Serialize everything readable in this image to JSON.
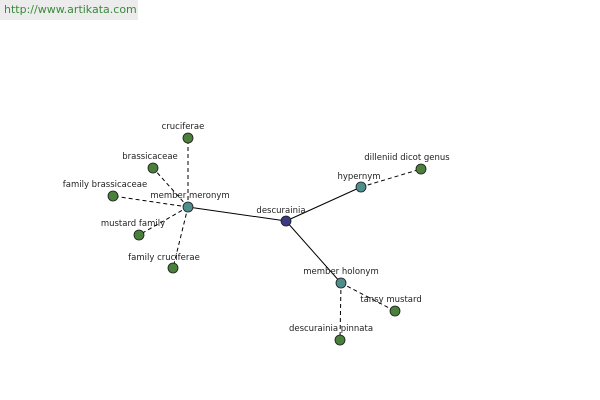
{
  "watermark": {
    "text": "http://www.artikata.com"
  },
  "graph": {
    "colors": {
      "center": "#3a3a82",
      "relation": "#4e8f8c",
      "leaf": "#4b7f3c",
      "edge": "#000000"
    },
    "nodes": [
      {
        "id": "descurainia",
        "label": "descurainia",
        "kind": "center"
      },
      {
        "id": "hypernym",
        "label": "hypernym",
        "kind": "relation"
      },
      {
        "id": "member-meronym",
        "label": "member meronym",
        "kind": "relation"
      },
      {
        "id": "member-holonym",
        "label": "member holonym",
        "kind": "relation"
      },
      {
        "id": "dilleniid-dicot-genus",
        "label": "dilleniid dicot genus",
        "kind": "leaf"
      },
      {
        "id": "cruciferae",
        "label": "cruciferae",
        "kind": "leaf"
      },
      {
        "id": "brassicaceae",
        "label": "brassicaceae",
        "kind": "leaf"
      },
      {
        "id": "family-brassicaceae",
        "label": "family brassicaceae",
        "kind": "leaf"
      },
      {
        "id": "mustard-family",
        "label": "mustard family",
        "kind": "leaf"
      },
      {
        "id": "family-cruciferae",
        "label": "family cruciferae",
        "kind": "leaf"
      },
      {
        "id": "tansy-mustard",
        "label": "tansy mustard",
        "kind": "leaf"
      },
      {
        "id": "descurainia-pinnata",
        "label": "descurainia pinnata",
        "kind": "leaf"
      }
    ],
    "edges": [
      {
        "from": "descurainia",
        "to": "hypernym",
        "style": "solid"
      },
      {
        "from": "descurainia",
        "to": "member-meronym",
        "style": "solid"
      },
      {
        "from": "descurainia",
        "to": "member-holonym",
        "style": "solid"
      },
      {
        "from": "hypernym",
        "to": "dilleniid-dicot-genus",
        "style": "dashed"
      },
      {
        "from": "member-meronym",
        "to": "cruciferae",
        "style": "dashed"
      },
      {
        "from": "member-meronym",
        "to": "brassicaceae",
        "style": "dashed"
      },
      {
        "from": "member-meronym",
        "to": "family-brassicaceae",
        "style": "dashed"
      },
      {
        "from": "member-meronym",
        "to": "mustard-family",
        "style": "dashed"
      },
      {
        "from": "member-meronym",
        "to": "family-cruciferae",
        "style": "dashed"
      },
      {
        "from": "member-holonym",
        "to": "tansy-mustard",
        "style": "dashed"
      },
      {
        "from": "member-holonym",
        "to": "descurainia-pinnata",
        "style": "dashed"
      }
    ]
  }
}
